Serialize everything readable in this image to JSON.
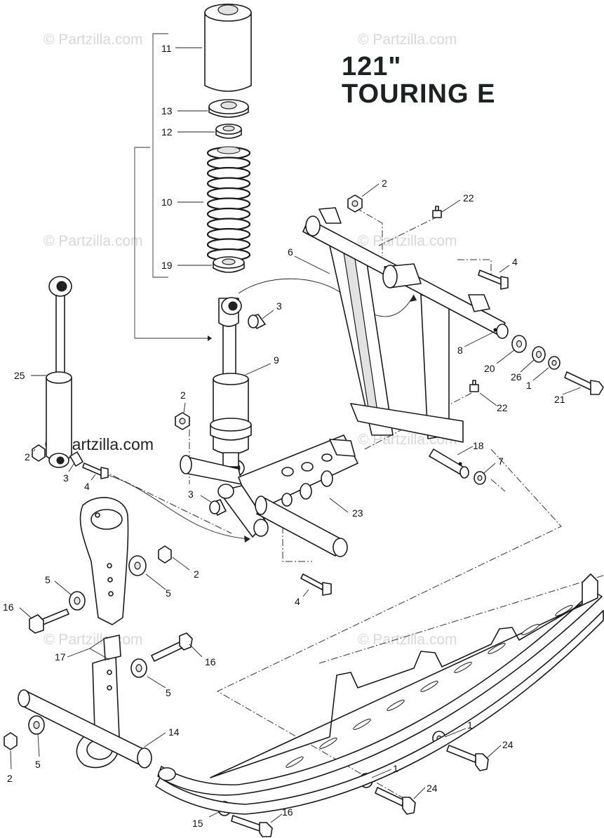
{
  "title": {
    "line1": "121\"",
    "line2": "TOURING E"
  },
  "watermark": "© Partzilla.com",
  "watermark_main": "© Partzilla.com",
  "callouts": [
    {
      "id": "11",
      "text": "11"
    },
    {
      "id": "13",
      "text": "13"
    },
    {
      "id": "12",
      "text": "12"
    },
    {
      "id": "10",
      "text": "10"
    },
    {
      "id": "19",
      "text": "19"
    },
    {
      "id": "3a",
      "text": "3"
    },
    {
      "id": "9",
      "text": "9"
    },
    {
      "id": "25",
      "text": "25"
    },
    {
      "id": "2a",
      "text": "2"
    },
    {
      "id": "2b",
      "text": "2"
    },
    {
      "id": "3b",
      "text": "3"
    },
    {
      "id": "4a",
      "text": "4"
    },
    {
      "id": "3c",
      "text": "3"
    },
    {
      "id": "23",
      "text": "23"
    },
    {
      "id": "4b",
      "text": "4"
    },
    {
      "id": "2c",
      "text": "2"
    },
    {
      "id": "22a",
      "text": "22"
    },
    {
      "id": "6",
      "text": "6"
    },
    {
      "id": "4c",
      "text": "4"
    },
    {
      "id": "8",
      "text": "8"
    },
    {
      "id": "20",
      "text": "20"
    },
    {
      "id": "26",
      "text": "26"
    },
    {
      "id": "1a",
      "text": "1"
    },
    {
      "id": "21",
      "text": "21"
    },
    {
      "id": "22b",
      "text": "22"
    },
    {
      "id": "18",
      "text": "18"
    },
    {
      "id": "7",
      "text": "7"
    },
    {
      "id": "2d",
      "text": "2"
    },
    {
      "id": "5a",
      "text": "5"
    },
    {
      "id": "5b",
      "text": "5"
    },
    {
      "id": "16a",
      "text": "16"
    },
    {
      "id": "17",
      "text": "17"
    },
    {
      "id": "16b",
      "text": "16"
    },
    {
      "id": "5c",
      "text": "5"
    },
    {
      "id": "14",
      "text": "14"
    },
    {
      "id": "5d",
      "text": "5"
    },
    {
      "id": "2e",
      "text": "2"
    },
    {
      "id": "1b",
      "text": "1"
    },
    {
      "id": "24a",
      "text": "24"
    },
    {
      "id": "1c",
      "text": "1"
    },
    {
      "id": "24b",
      "text": "24"
    },
    {
      "id": "15",
      "text": "15"
    },
    {
      "id": "16c",
      "text": "16"
    }
  ]
}
